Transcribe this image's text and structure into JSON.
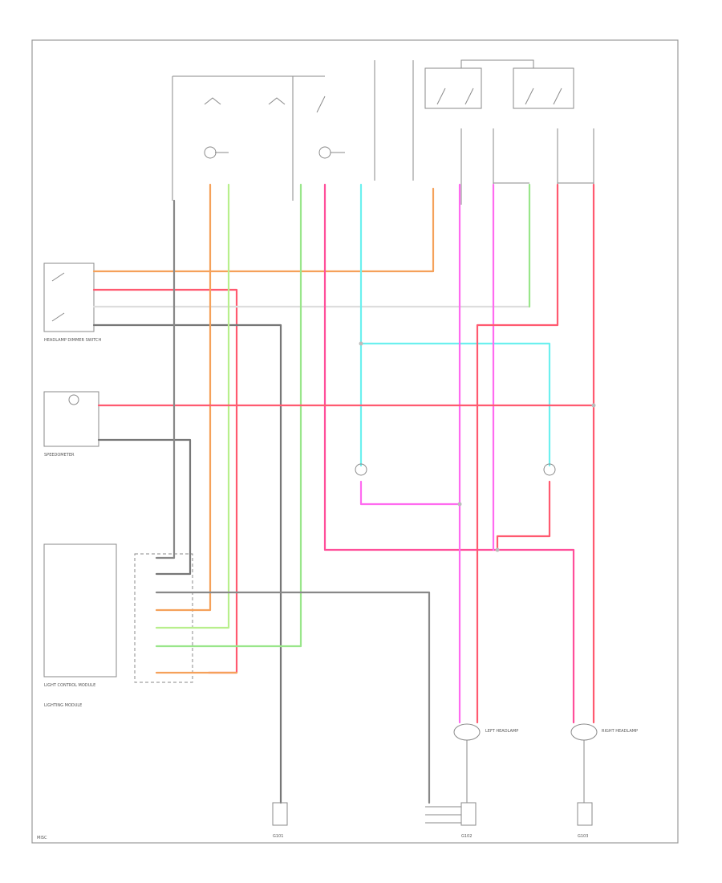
{
  "labels": {
    "lamp_switch_title": "HEADLAMP DIMMER SWITCH",
    "gauges_title": "SPEEDOMETER",
    "module_title": "LIGHT CONTROL MODULE",
    "module_note": "LIGHTING MODULE",
    "left_headlamp": "LEFT HEADLAMP",
    "right_headlamp": "RIGHT HEADLAMP",
    "ground_left": "G101",
    "ground_mid": "G102",
    "ground_right": "G103",
    "page_id": "MISC"
  },
  "colors": {
    "orange": "#f5a15a",
    "red": "#ff5a70",
    "pink": "#ff4f9a",
    "magenta": "#ff6bf0",
    "green": "#99e68a",
    "light_green": "#b8ef8c",
    "cyan": "#6cf0ef",
    "gray": "#888888",
    "darkgray": "#666666"
  }
}
